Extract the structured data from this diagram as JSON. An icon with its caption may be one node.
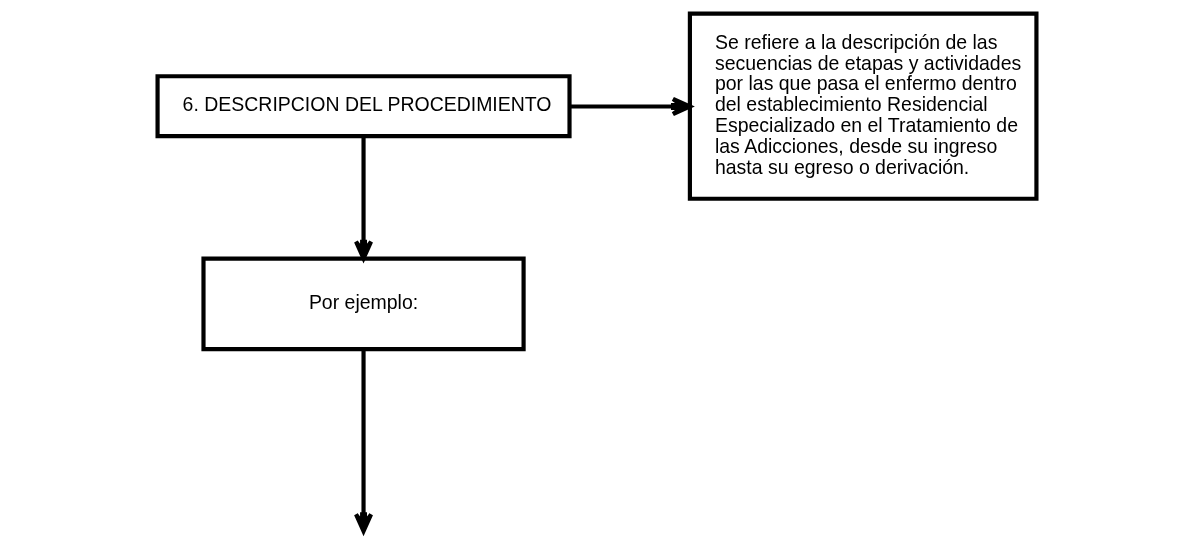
{
  "diagram": {
    "nodes": [
      {
        "text": [
          "6. DESCRIPCION DEL PROCEDIMIENTO"
        ]
      },
      {
        "text": [
          "Se refiere a la descripción de las secuencias de etapas y actividades por las que pasa el enfermo dentro del establecimiento Residencial Especializado en el Tratamiento de las Adicciones, desde su ingreso hasta su egreso o derivación."
        ]
      },
      {
        "text": [
          "Por ejemplo:"
        ]
      }
    ],
    "edges": [
      {
        "from": 0,
        "to": 1,
        "arrow": "to"
      },
      {
        "from": 0,
        "to": 2,
        "arrow": "to"
      },
      {
        "from": 2,
        "to": null,
        "arrow": "to"
      }
    ]
  }
}
